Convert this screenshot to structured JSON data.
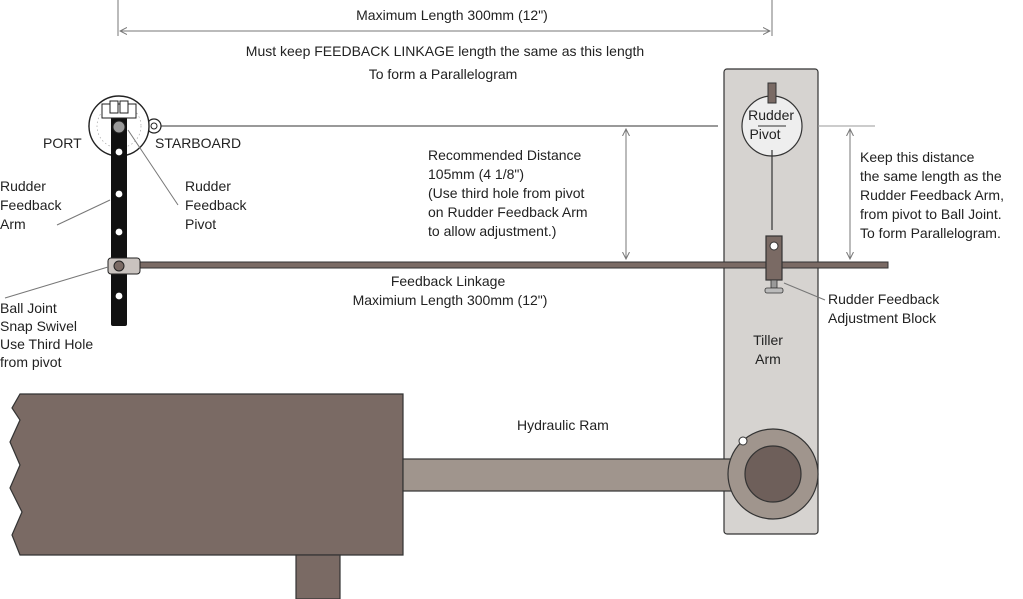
{
  "colors": {
    "ram_body": "#7a6a64",
    "ram_rod": "#a0958d",
    "tiller": "#d6d3d0",
    "linkage": "#7a6a64",
    "arm": "#111111",
    "pivot_fill": "#eeeeee"
  },
  "labels": {
    "max_length_top": "Maximum Length 300mm  (12\")",
    "keep_same_1": "Must keep FEEDBACK LINKAGE length the same as this length",
    "keep_same_2": "To form a Parallelogram",
    "port": "PORT",
    "starboard": "STARBOARD",
    "rudder_feedback_arm": [
      "Rudder",
      "Feedback",
      "Arm"
    ],
    "rudder_feedback_pivot": [
      "Rudder",
      "Feedback",
      "Pivot"
    ],
    "ball_joint": [
      "Ball Joint",
      "Snap Swivel",
      "Use Third Hole",
      "from pivot"
    ],
    "recommended": [
      "Recommended Distance",
      "105mm (4 1/8\")",
      "(Use third hole from pivot",
      "on Rudder Feedback Arm",
      "to allow adjustment.)"
    ],
    "feedback_linkage": [
      "Feedback Linkage",
      "Maximium Length 300mm (12\")"
    ],
    "rudder_pivot": [
      "Rudder",
      "Pivot"
    ],
    "keep_distance": [
      "Keep this distance",
      "the same length as the",
      "Rudder Feedback Arm,",
      "from pivot to Ball Joint.",
      "To form Parallelogram."
    ],
    "adjustment_block": [
      "Rudder Feedback",
      "Adjustment Block"
    ],
    "tiller_arm": [
      "Tiller",
      "Arm"
    ],
    "hydraulic_ram": "Hydraulic Ram"
  }
}
